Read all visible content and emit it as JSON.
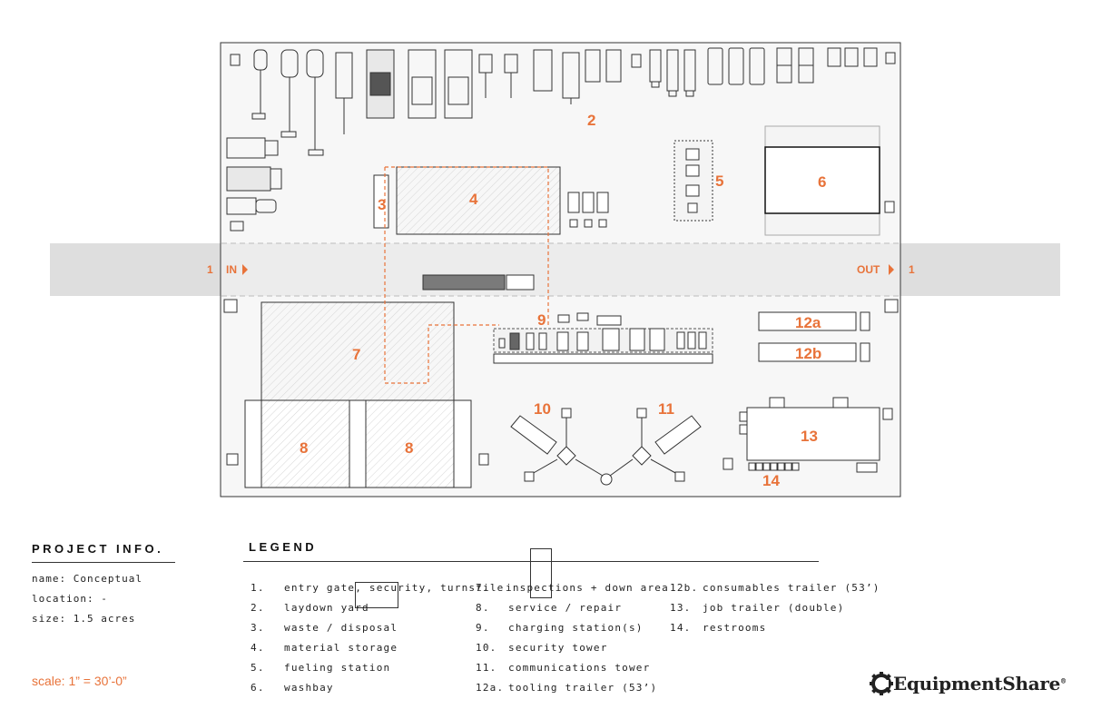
{
  "site_labels": {
    "gate_left_num": "1",
    "gate_left_text": "IN",
    "gate_right_text": "OUT",
    "gate_right_num": "1",
    "zones": {
      "z2": "2",
      "z3": "3",
      "z4": "4",
      "z5": "5",
      "z6": "6",
      "z7": "7",
      "z8a": "8",
      "z8b": "8",
      "z9": "9",
      "z10": "10",
      "z11": "11",
      "z12a": "12a",
      "z12b": "12b",
      "z13": "13",
      "z14": "14"
    }
  },
  "project_info": {
    "heading": "PROJECT INFO.",
    "name": "name: Conceptual",
    "location": "location: -",
    "size": "size: 1.5 acres"
  },
  "legend": {
    "heading": "LEGEND",
    "col1": [
      {
        "num": "1.",
        "text": "entry gate, security, turnstile"
      },
      {
        "num": "2.",
        "text": "laydown yard"
      },
      {
        "num": "3.",
        "text": "waste / disposal"
      },
      {
        "num": "4.",
        "text": "material storage"
      },
      {
        "num": "5.",
        "text": "fueling station"
      },
      {
        "num": "6.",
        "text": "washbay"
      }
    ],
    "col2": [
      {
        "num": "7.",
        "text": "inspections + down area"
      },
      {
        "num": "8.",
        "text": "service / repair"
      },
      {
        "num": "9.",
        "text": "charging station(s)"
      },
      {
        "num": "10.",
        "text": "security tower"
      },
      {
        "num": "11.",
        "text": "communications tower"
      },
      {
        "num": "12a.",
        "text": "tooling trailer (53’)"
      }
    ],
    "col3": [
      {
        "num": "12b.",
        "text": "consumables trailer (53’)"
      },
      {
        "num": "13.",
        "text": "job trailer (double)"
      },
      {
        "num": "14.",
        "text": "restrooms"
      }
    ]
  },
  "scale": "scale: 1” = 30’-0”",
  "logo": {
    "text": "EquipmentShare",
    "mark": "®"
  },
  "colors": {
    "accent": "#e8733a",
    "road": "#dedede",
    "line": "#333333"
  }
}
